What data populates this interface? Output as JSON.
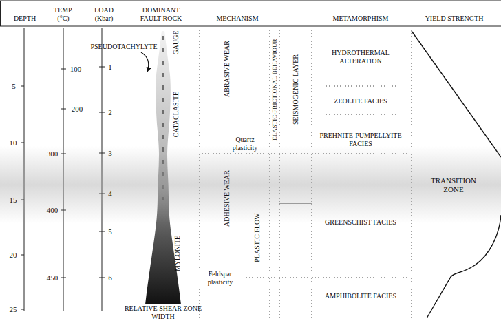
{
  "diagram": {
    "nodes": [
      {
        "text": [
          "TRANSITION ZONE"
        ]
      }
    ],
    "labels": [
      "DEPTH",
      "TEMP. (°C)",
      "LOAD (Kbar)",
      "DOMINANT FAULT ROCK",
      "MECHANISM",
      "METAMORPHISM",
      "YIELD STRENGTH",
      "5",
      "10",
      "15",
      "20",
      "25",
      "100",
      "200",
      "300",
      "400",
      "450",
      "1",
      "2",
      "3",
      "4",
      "5",
      "6",
      "PSEUDOTACHYLYTE",
      "GAUGE",
      "CATACLASITE",
      "MYLONITE",
      "RELATIVE SHEAR ZONE WIDTH",
      "ABRASIVE WEAR",
      "ELASTIC-FRICTIONAL BEHAVIOUR",
      "SEISMOGENIC LAYER",
      "Quartz plasticity",
      "ADHESIVE WEAR",
      "PLASTIC FLOW",
      "Feldspar plasticity",
      "HYDROTHERMAL ALTERATION",
      "ZEOLITE FACIES",
      "PREHNITE-PUMPELLYITE FACIES",
      "GREENSCHIST FACIES",
      "AMPHIBOLITE FACIES"
    ]
  }
}
